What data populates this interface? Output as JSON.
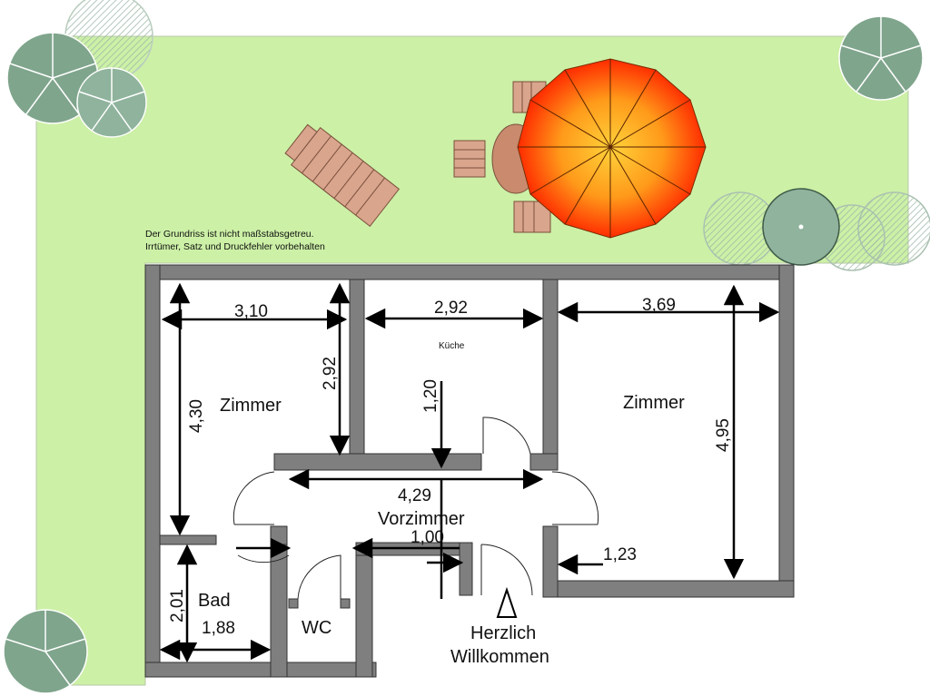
{
  "note": {
    "line1": "Der Grundriss ist nicht maßstabsgetreu.",
    "line2": "Irrtümer, Satz und Druckfehler vorbehalten"
  },
  "rooms": {
    "zimmer_left": "Zimmer",
    "kueche": "Küche",
    "zimmer_right": "Zimmer",
    "vorzimmer": "Vorzimmer",
    "bad": "Bad",
    "wc": "WC"
  },
  "dimensions": {
    "zimmer_left_width": "3,10",
    "zimmer_left_height": "4,30",
    "zimmer_left_inner": "2,92",
    "kueche_width": "2,92",
    "kueche_depth": "1,20",
    "zimmer_right_width": "3,69",
    "zimmer_right_height": "4,95",
    "vorzimmer_width": "4,29",
    "vorzimmer_depth": "1,00",
    "entrance_offset": "1,23",
    "bad_height": "2,01",
    "bad_width": "1,88"
  },
  "entrance": {
    "line1": "Herzlich",
    "line2": "Willkommen"
  },
  "colors": {
    "garden": "#ccf0a6",
    "wall": "#7f7f7f",
    "floor": "#ffffff",
    "plant": "#7fa58c",
    "furniture": "#d9a58c"
  }
}
